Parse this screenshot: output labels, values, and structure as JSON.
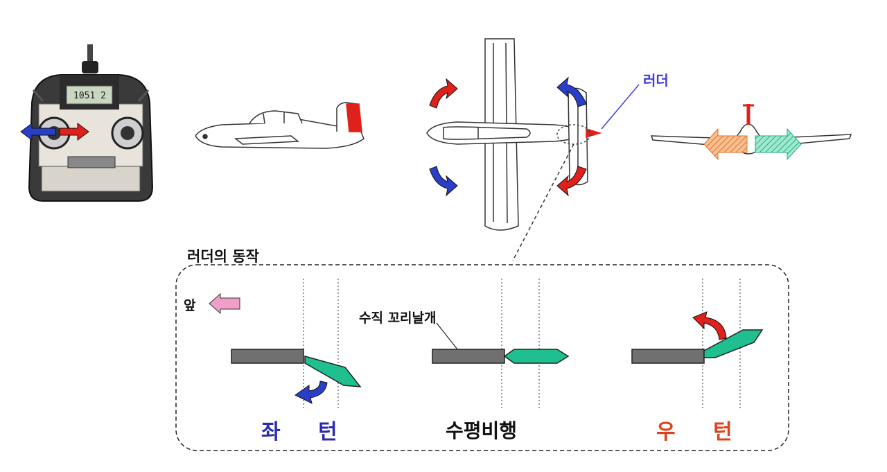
{
  "labels": {
    "rudder": "러더",
    "section_title": "러더의 동작",
    "front": "앞",
    "vertical_fin": "수직 꼬리날개",
    "left_turn": "좌 턴",
    "level_flight": "수평비행",
    "right_turn": "우 턴"
  },
  "transmitter_display": "1051 2",
  "colors": {
    "left_blue": "#2a3fc8",
    "right_red": "#e0201a",
    "rudder_green": "#1fbf8f",
    "fin_gray": "#707070",
    "front_pink": "#f0a0c8",
    "left_arrow_orange": "#f0a060",
    "right_arrow_green": "#3cc0a0",
    "label_blue": "#3a3adf"
  }
}
